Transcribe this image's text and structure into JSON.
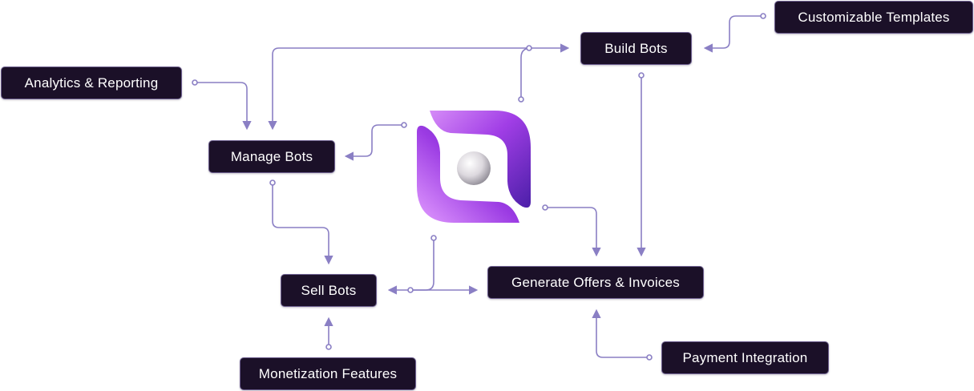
{
  "diagram": {
    "nodes": {
      "analytics_reporting": "Analytics & Reporting",
      "customizable_templates": "Customizable Templates",
      "build_bots": "Build Bots",
      "manage_bots": "Manage Bots",
      "sell_bots": "Sell Bots",
      "generate_offers_invoices": "Generate Offers & Invoices",
      "payment_integration": "Payment Integration",
      "monetization_features": "Monetization Features"
    },
    "center_logo": "purple-rounded-square-logo-icon",
    "colors": {
      "node_background": "#1b1028",
      "node_border": "#6d5f8f",
      "node_text": "#ffffff",
      "connector": "#8a7fc4",
      "logo_light": "#c46cf0",
      "logo_dark": "#4b1fa8",
      "sphere": "#e8e6ea"
    }
  }
}
